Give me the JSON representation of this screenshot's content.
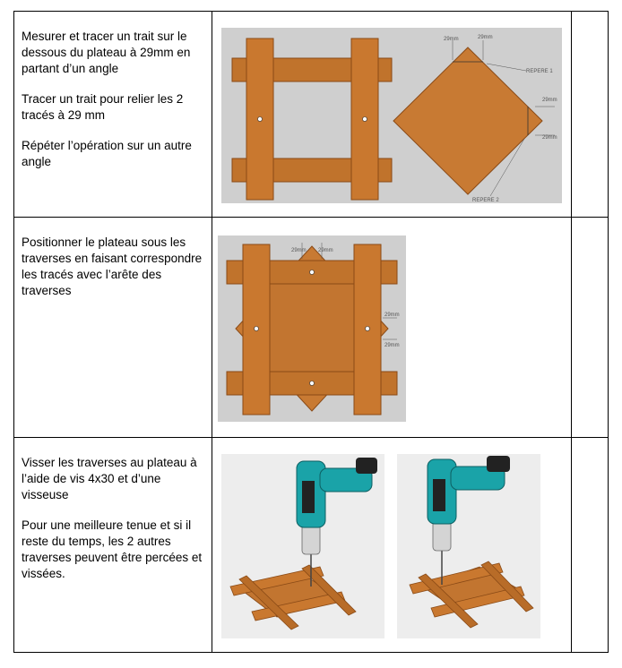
{
  "rows": [
    {
      "paragraphs": [
        "Mesurer et tracer un trait sur le dessous du plateau à 29mm en partant d’un angle",
        "Tracer un trait pour relier les 2 tracés à 29 mm",
        "Répéter l’opération sur un autre angle"
      ],
      "figure": {
        "dim_labels": [
          "29mm",
          "29mm",
          "29mm",
          "29mm"
        ],
        "marker_labels": [
          "REPERE 1",
          "REPERE 2"
        ]
      }
    },
    {
      "paragraphs": [
        "Positionner le plateau sous les traverses en faisant correspondre les tracés avec l’arête des traverses"
      ],
      "figure": {
        "dim_labels": [
          "29mm",
          "29mm",
          "29mm",
          "29mm"
        ]
      }
    },
    {
      "paragraphs": [
        "Visser les traverses au plateau à l’aide de vis 4x30 et d’une visseuse",
        "Pour une meilleure tenue et si il reste du temps, les 2 autres traverses peuvent être percées et vissées."
      ]
    }
  ],
  "colors": {
    "wood": "#c0732c",
    "wood_dark": "#8a4a16",
    "render_bg": "#cfcfcf",
    "drill_body": "#1aa3a8"
  }
}
